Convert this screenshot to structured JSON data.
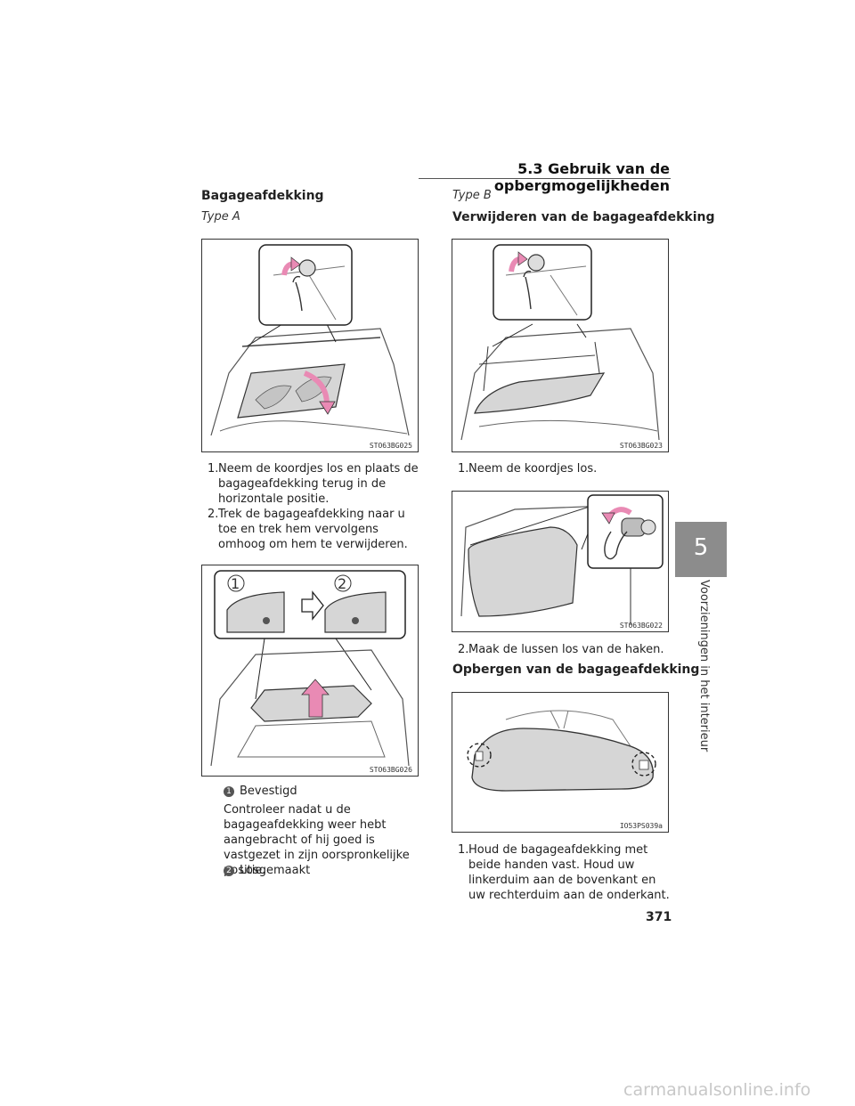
{
  "header": {
    "section_title": "5.3 Gebruik van de opbergmogelijkheden"
  },
  "chapter": {
    "number": "5",
    "side_label": "Voorzieningen in het interieur"
  },
  "left": {
    "heading": "Bagageafdekking",
    "type_label": "Type A",
    "fig1_code": "STO63BG025",
    "steps": [
      {
        "n": "1.",
        "text": "Neem de koordjes los en plaats de bagageafdekking terug in de horizontale positie."
      },
      {
        "n": "2.",
        "text": "Trek de bagageafdekking naar u toe en trek hem vervolgens omhoog om hem te verwijderen."
      }
    ],
    "fig2_code": "STO63BG026",
    "fig2_labels": [
      "1",
      "2"
    ],
    "legend": [
      {
        "num": "1",
        "label": "Bevestigd"
      },
      {
        "num": "2",
        "label": "Losgemaakt"
      }
    ],
    "legend_note": "Controleer nadat u de bagageafdekking weer hebt aangebracht of hij goed is vastgezet in zijn oorspronkelijke positie."
  },
  "right": {
    "type_label": "Type B",
    "remove_heading": "Verwijderen van de bagageafdekking",
    "fig1_code": "STO63BG023",
    "step1": {
      "n": "1.",
      "text": "Neem de koordjes los."
    },
    "fig2_code": "STO63BG022",
    "step2": {
      "n": "2.",
      "text": "Maak de lussen los van de haken."
    },
    "store_heading": "Opbergen van de bagageafdekking",
    "fig3_code": "IO53PS039a",
    "step3": {
      "n": "1.",
      "text": "Houd de bagageafdekking met beide handen vast. Houd uw linkerduim aan de bovenkant en uw rechterduim aan de onderkant."
    }
  },
  "page_number": "371",
  "watermark": "carmanualsonline.info"
}
